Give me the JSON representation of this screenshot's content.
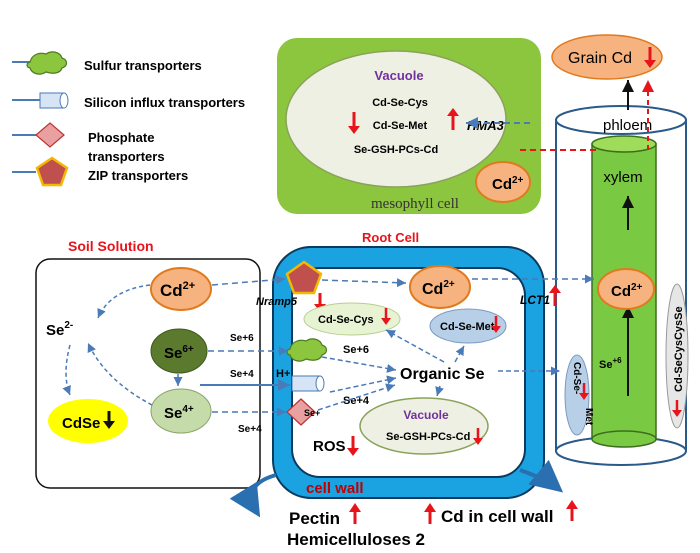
{
  "legend": {
    "sulfur": "Sulfur transporters",
    "silicon": "Silicon influx transporters",
    "phosphate_line1": "Phosphate",
    "phosphate_line2": "transporters",
    "zip": "ZIP transporters"
  },
  "mesophyll": {
    "vacuole_title": "Vacuole",
    "line1": "Cd-Se-Cys",
    "line2": "Cd-Se-Met",
    "line3": "Se-GSH-PCs-Cd",
    "hma3": "HMA3",
    "cd_base": "Cd",
    "cd_sup": "2+",
    "label": "mesophyll cell"
  },
  "grain": {
    "label": "Grain Cd"
  },
  "vessel": {
    "phloem": "phloem",
    "xylem": "xylem",
    "cd_base": "Cd",
    "cd_sup": "2+",
    "se6_base": "Se",
    "se6_sup": "+6",
    "cdsemet_line1": "Cd-Se-",
    "cdsemet_line2": "Met",
    "cdsecys": "Cd-SeCysCysSe"
  },
  "soil": {
    "title": "Soil Solution",
    "cd_base": "Cd",
    "cd_sup": "2+",
    "se2_base": "Se",
    "se2_sup": "2-",
    "se6_base": "Se",
    "se6_sup": "6+",
    "se4_base": "Se",
    "se4_sup": "4+",
    "cdse": "CdSe"
  },
  "root": {
    "title": "Root Cell",
    "nramp5": "Nramp5",
    "cd_base": "Cd",
    "cd_sup": "2+",
    "lct1": "LCT1",
    "cdsecys": "Cd-Se-Cys",
    "cdsemet": "Cd-Se-Met",
    "organic_se": "Organic Se",
    "h_plus": "H+",
    "se_plus6": "Se+6",
    "se_plus4": "Se+4",
    "se_plus_small": "Se+",
    "vacuole_title": "Vacuole",
    "vacuole_line": "Se-GSH-PCs-Cd",
    "ros": "ROS",
    "cell_wall": "cell wall"
  },
  "arrows": {
    "se6_a": "Se+6",
    "se4_a": "Se+4",
    "se4_b": "Se+4"
  },
  "bottom": {
    "pectin": "Pectin",
    "hemicellulose": "Hemicelluloses 2",
    "cd_wall": "Cd in cell wall"
  },
  "colors": {
    "transport_arrow": "#4a7ab7",
    "red": "#e8141b",
    "mesophyll_bg": "#8cc63f",
    "root_blue": "#1aa3e0",
    "cd_fill": "#f6b37f",
    "cd_stroke": "#e07a1f",
    "xylem_green": "#7ac943",
    "cdse_yellow": "#ffff00",
    "se6_dark": "#5b7a2e",
    "se4_light": "#c5dcaa"
  }
}
